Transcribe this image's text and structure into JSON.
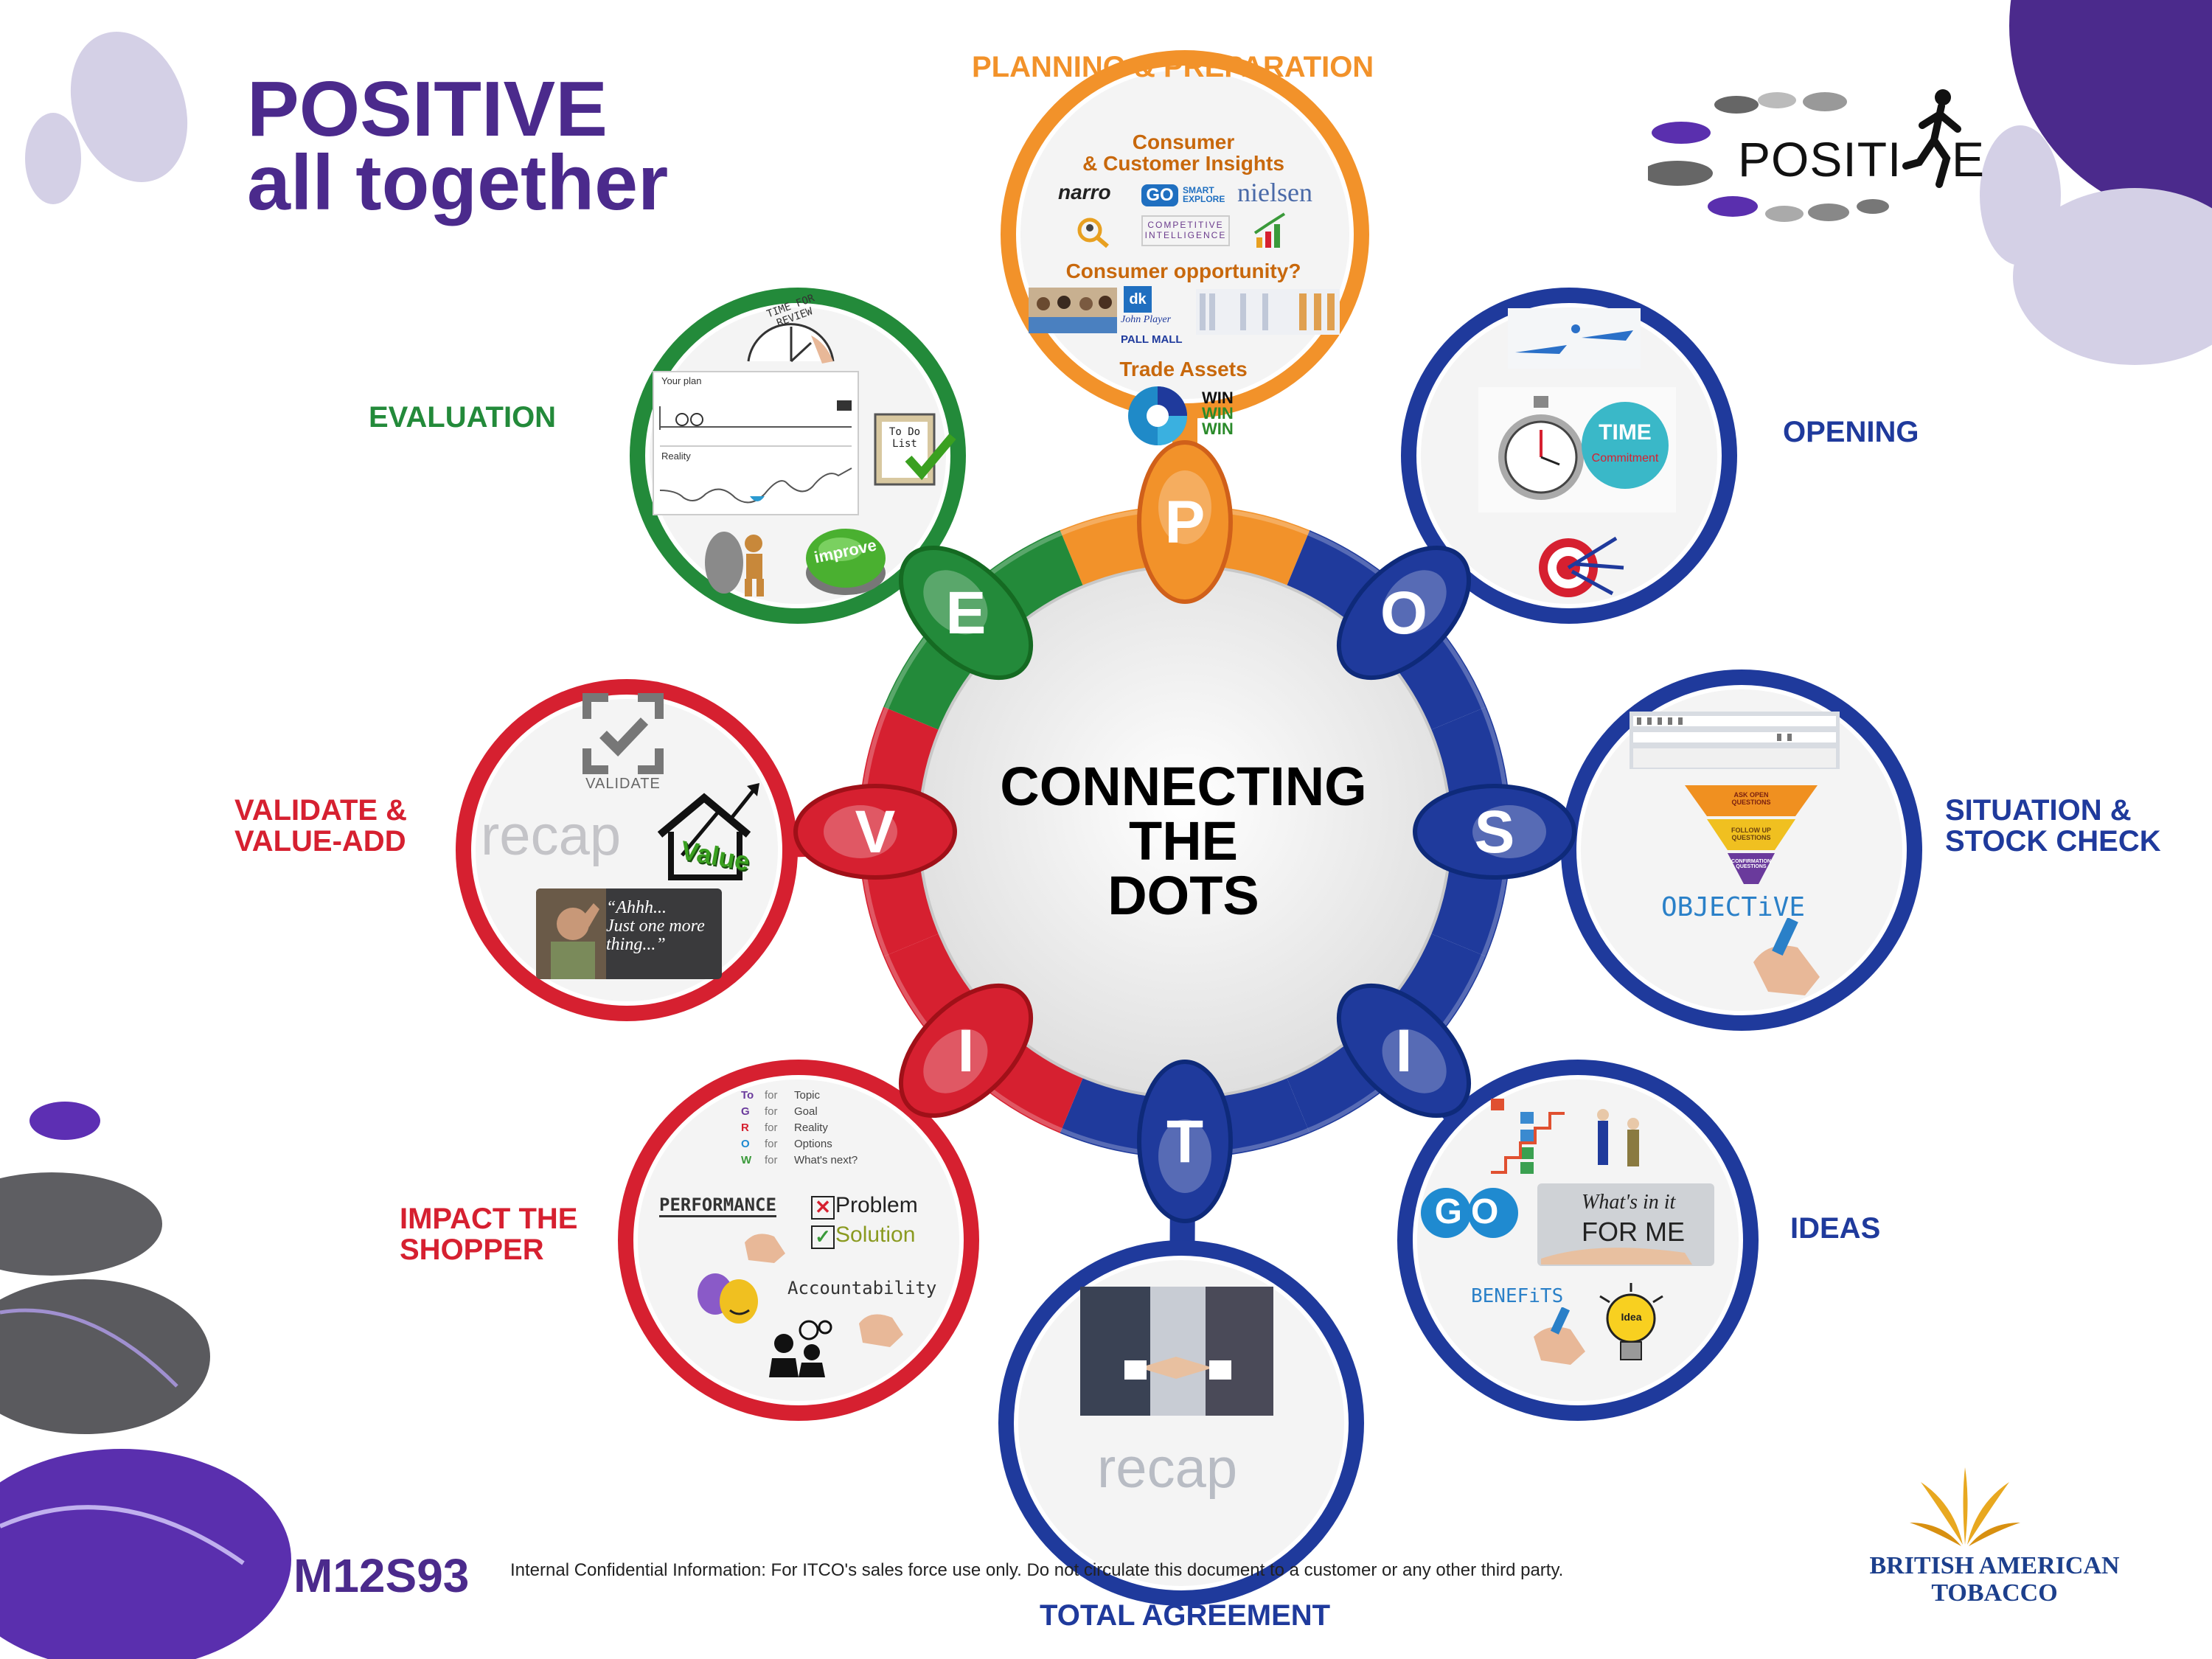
{
  "header": {
    "title_line1": "POSITIVE",
    "title_line2": "all together",
    "logo_word": "POSITI",
    "logo_word_end": "E"
  },
  "hub": {
    "line1": "CONNECTING",
    "line2": "THE",
    "line3": "DOTS"
  },
  "ring_letters": [
    "P",
    "O",
    "S",
    "I",
    "T",
    "I",
    "V",
    "E"
  ],
  "stages": {
    "planning": "PLANNING & PREPARATION",
    "opening": "OPENING",
    "situation_line1": "SITUATION &",
    "situation_line2": "STOCK CHECK",
    "ideas": "IDEAS",
    "total_agreement": "TOTAL AGREEMENT",
    "impact_line1": "IMPACT THE",
    "impact_line2": "SHOPPER",
    "validate_line1": "VALIDATE &",
    "validate_line2": "VALUE-ADD",
    "evaluation": "EVALUATION"
  },
  "planning_panel": {
    "heading1": "Consumer",
    "heading2": "& Customer Insights",
    "brands": [
      "narro",
      "GO",
      "SMART EXPLORE",
      "nielsen"
    ],
    "competitive": "COMPETITIVE INTELLIGENCE",
    "question": "Consumer opportunity?",
    "assets": "Trade Assets",
    "win": [
      "WIN",
      "WIN",
      "WIN"
    ],
    "brand_small": [
      "dk",
      "John Player",
      "PALL MALL"
    ]
  },
  "opening_panel": {
    "time": "TIME",
    "commitment": "Commitment"
  },
  "situation_panel": {
    "funnel": [
      "ASK OPEN QUESTIONS",
      "FOLLOW UP QUESTIONS",
      "CONFIRMATION QUESTIONS"
    ],
    "objective": "OBJECTiVE"
  },
  "ideas_panel": {
    "go": "GO",
    "whats_in": "What's in it",
    "for_me": "FOR ME",
    "benefits": "BENEFiTS",
    "bulb": "Idea"
  },
  "agreement_panel": {
    "recap": "recap"
  },
  "impact_panel": {
    "grow_rows": [
      [
        "To",
        "for",
        "Topic"
      ],
      [
        "G",
        "for",
        "Goal"
      ],
      [
        "R",
        "for",
        "Reality"
      ],
      [
        "O",
        "for",
        "Options"
      ],
      [
        "W",
        "for",
        "What's next?"
      ]
    ],
    "performance": "PERFORMANCE",
    "problem": "Problem",
    "solution": "Solution",
    "accountability": "Accountability"
  },
  "validate_panel": {
    "validate": "VALIDATE",
    "recap": "recap",
    "value": "Value",
    "quote_line1": "“Ahhh...",
    "quote_line2": "Just one more",
    "quote_line3": "thing...”"
  },
  "evaluation_panel": {
    "review": "TIME FOR REVIEW",
    "your_plan": "Your plan",
    "reality": "Reality",
    "todo": "To Do List",
    "improve": "improve"
  },
  "footer": {
    "code": "M12S93",
    "notice": "Internal Confidential Information: For ITCO's sales force use only.  Do not circulate this document to a customer or any other third party.",
    "company_line1": "BRITISH AMERICAN",
    "company_line2": "TOBACCO"
  },
  "colors": {
    "purple": "#4b2a8c",
    "orange": "#f2922a",
    "blue": "#1f3a9c",
    "red": "#d62030",
    "green": "#238a3a"
  }
}
